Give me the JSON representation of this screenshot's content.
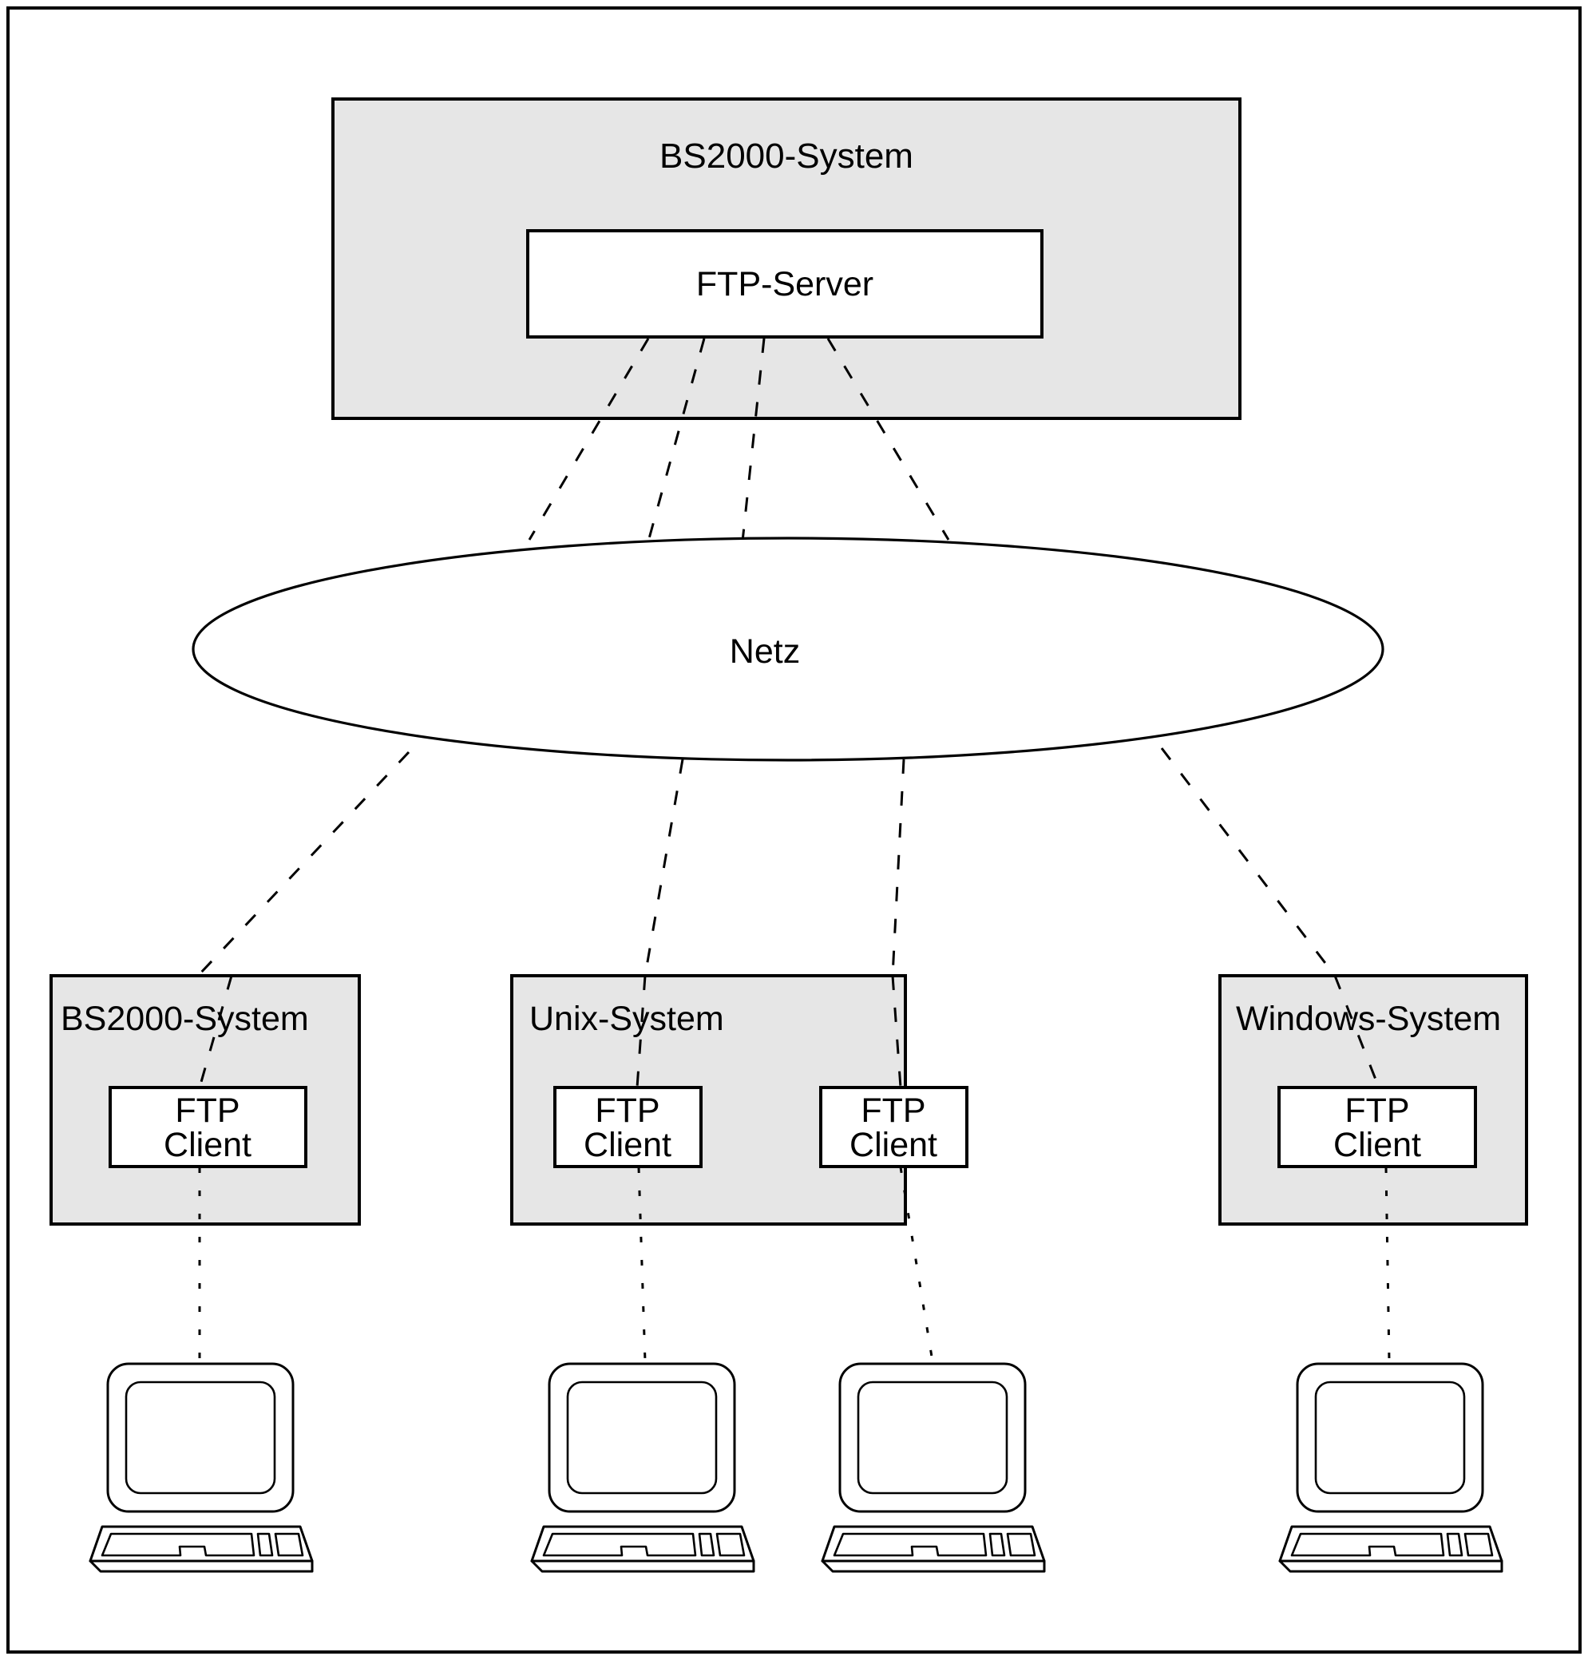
{
  "diagram": {
    "title_node": {
      "label": "BS2000-System",
      "child": {
        "label": "FTP-Server"
      }
    },
    "network": {
      "label": "Netz"
    },
    "client_systems": [
      {
        "label": "BS2000-System",
        "clients": [
          {
            "line1": "FTP",
            "line2": "Client"
          }
        ],
        "terminals": 1
      },
      {
        "label": "Unix-System",
        "clients": [
          {
            "line1": "FTP",
            "line2": "Client"
          },
          {
            "line1": "FTP",
            "line2": "Client"
          }
        ],
        "terminals": 2
      },
      {
        "label": "Windows-System",
        "clients": [
          {
            "line1": "FTP",
            "line2": "Client"
          }
        ],
        "terminals": 1
      }
    ],
    "colors": {
      "system_box_fill": "#e6e6e6",
      "inner_box_fill": "#ffffff",
      "stroke": "#000000",
      "background": "#ffffff"
    }
  }
}
